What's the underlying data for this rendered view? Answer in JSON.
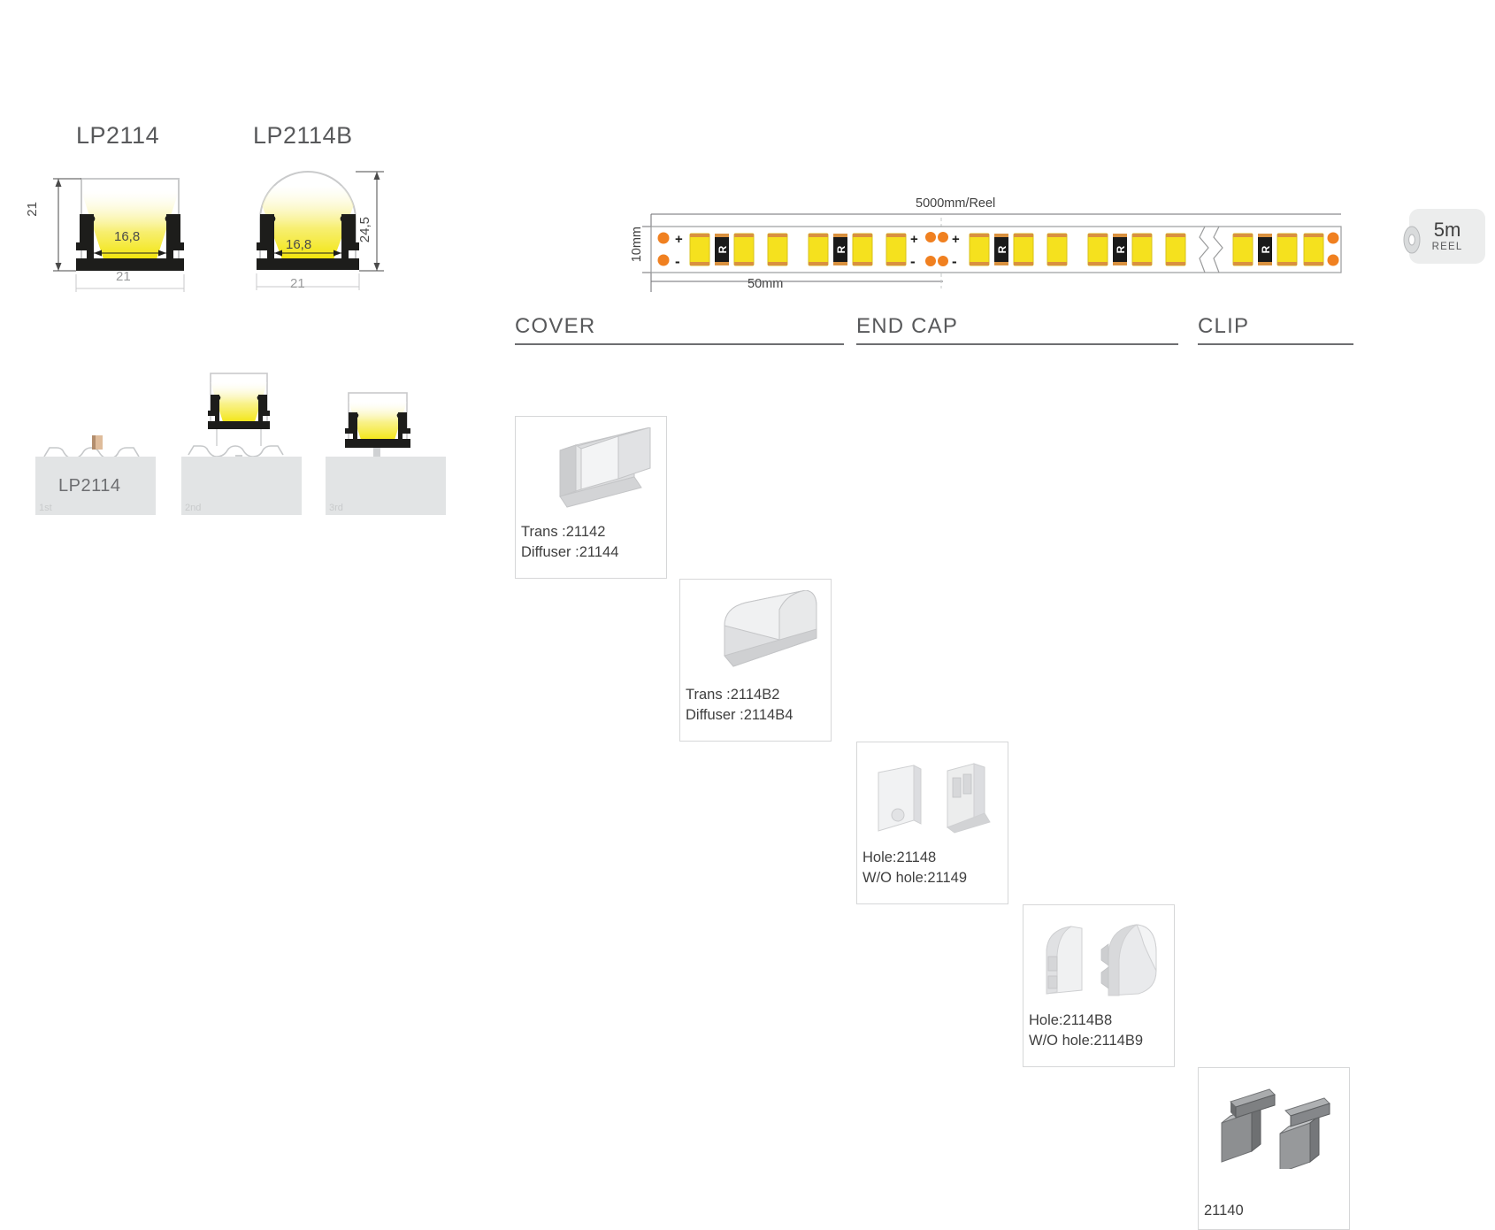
{
  "profiles": [
    {
      "name": "LP2114",
      "height_label": "21",
      "inner_width_label": "16,8",
      "outer_width_label": "21",
      "shape": "flat"
    },
    {
      "name": "LP2114B",
      "height_label": "24,5",
      "inner_width_label": "16,8",
      "outer_width_label": "21",
      "shape": "dome"
    }
  ],
  "mounting": {
    "substrate_label": "LP2114",
    "steps": [
      "1st",
      "2nd",
      "3rd"
    ]
  },
  "strip": {
    "length_label": "5000mm/Reel",
    "width_label": "10mm",
    "pitch_label": "50mm",
    "resistor_glyph": "R",
    "plus_glyph": "+",
    "minus_glyph": "-",
    "reel": {
      "length": "5m",
      "caption": "REEL"
    }
  },
  "sections": [
    {
      "title": "COVER",
      "items": [
        {
          "art": "cover-flat",
          "lines": [
            "Trans :21142",
            "Diffuser :21144"
          ]
        },
        {
          "art": "cover-dome",
          "lines": [
            "Trans :2114B2",
            "Diffuser :2114B4"
          ]
        }
      ]
    },
    {
      "title": "END CAP",
      "items": [
        {
          "art": "endcap-flat",
          "lines": [
            "Hole:21148",
            "W/O hole:21149"
          ]
        },
        {
          "art": "endcap-dome",
          "lines": [
            "Hole:2114B8",
            "W/O hole:2114B9"
          ]
        }
      ]
    },
    {
      "title": "CLIP",
      "items": [
        {
          "art": "clip",
          "lines": [
            "21140"
          ]
        }
      ]
    }
  ],
  "colors": {
    "led_yellow": "#f5e11e",
    "pad_orange": "#f08020",
    "resistor_black": "#1a1a1a",
    "profile_black": "#1d1d1b",
    "substrate_gray": "#e2e4e5",
    "heading_gray": "#58595b",
    "rule_gray": "#6d6e71",
    "card_border": "#d6d7d8"
  }
}
